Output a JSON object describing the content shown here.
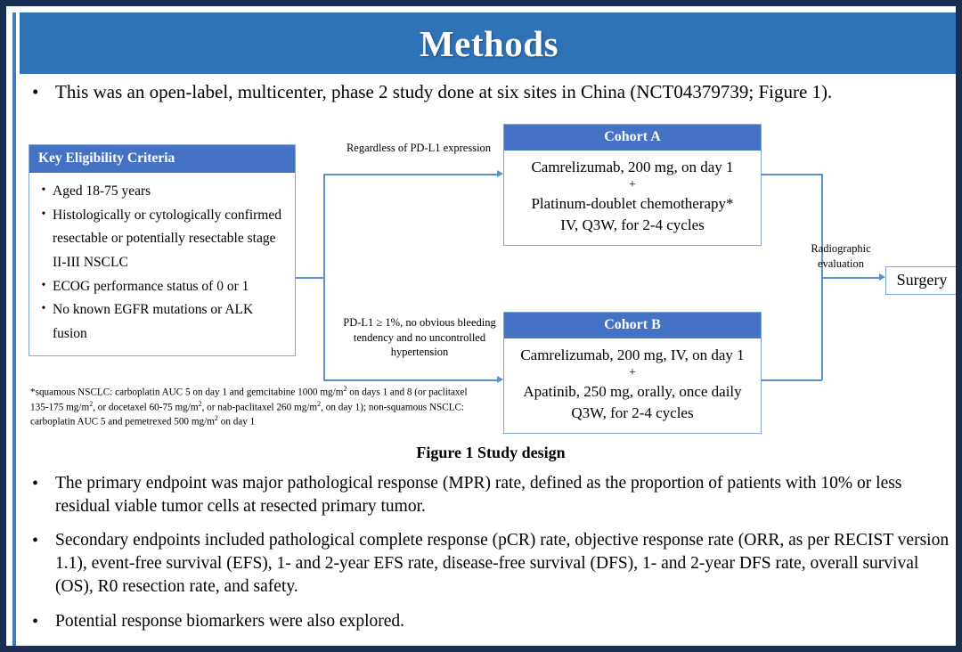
{
  "slide": {
    "title": "Methods",
    "intro_bullet": "This was an open-label, multicenter, phase 2 study done at six sites in China (NCT04379739; Figure 1).",
    "caption": "Figure 1 Study design"
  },
  "eligibility": {
    "header": "Key  Eligibility Criteria",
    "items": [
      "Aged 18-75 years",
      "Histologically or cytologically confirmed resectable or potentially resectable stage II-III  NSCLC",
      "ECOG performance status of 0 or 1",
      "No known EGFR mutations or ALK fusion"
    ]
  },
  "footnote": {
    "line1_pre": "*squamous NSCLC: carboplatin AUC 5 on day 1 and gemcitabine 1000 mg/m",
    "line1_post": " on days 1 and 8 (or paclitaxel 135-175  mg/m",
    "line2_post": ", or docetaxel 60-75 mg/m",
    "line3_post": ", or nab-paclitaxel 260 mg/m",
    "line4_post": ", on day 1); non-squamous NSCLC: carboplatin AUC 5 and pemetrexed 500 mg/m",
    "line5_post": " on day 1",
    "sup": "2"
  },
  "connectors": {
    "top_label": "Regardless  of PD-L1 expression",
    "bottom_label": "PD-L1 ≥ 1%, no obvious bleeding tendency  and no uncontrolled  hypertension",
    "radiographic_label": "Radiographic evaluation"
  },
  "cohort_a": {
    "header": "Cohort A",
    "line1": "Camrelizumab, 200 mg, on day 1",
    "plus": "+",
    "line2": "Platinum-doublet chemotherapy*",
    "line3": "IV, Q3W, for 2-4 cycles"
  },
  "cohort_b": {
    "header": "Cohort B",
    "line1": "Camrelizumab, 200 mg, IV, on day 1",
    "plus": "+",
    "line2": "Apatinib, 250 mg, orally, once daily",
    "line3": "Q3W, for 2-4 cycles"
  },
  "surgery": {
    "label": "Surgery"
  },
  "bullets": [
    "The primary endpoint was major pathological response (MPR) rate, defined as the proportion of patients with 10% or less residual viable tumor cells at resected primary tumor.",
    "Secondary endpoints included pathological complete response (pCR) rate, objective response rate (ORR, as per RECIST version 1.1), event-free survival (EFS), 1- and 2-year EFS rate, disease-free survival (DFS), 1- and 2-year DFS rate, overall survival (OS), R0 resection rate, and safety.",
    "Potential response biomarkers were also explored."
  ],
  "bullet_marker": "•",
  "colors": {
    "banner_blue": "#2e72b8",
    "box_header_blue": "#4472c4",
    "connector_blue": "#5b8fd0",
    "outer_border": "#1b2f52"
  }
}
